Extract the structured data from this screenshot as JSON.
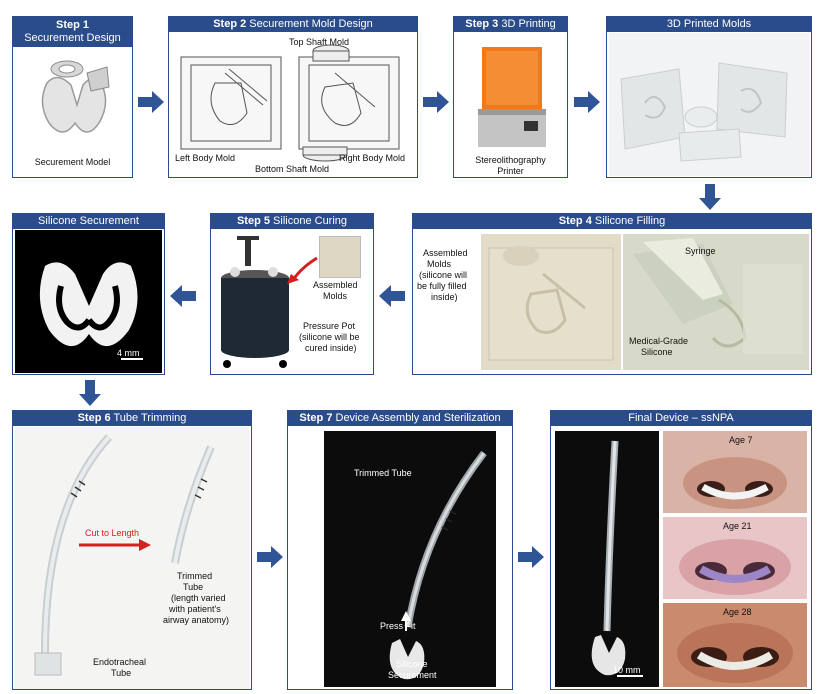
{
  "step1": {
    "title_bold": "Step 1",
    "title": "Securement Design",
    "caption": "Securement Model"
  },
  "step2": {
    "title_bold": "Step 2",
    "title": "Securement Mold Design",
    "labels": {
      "top": "Top Shaft Mold",
      "left": "Left Body Mold",
      "right": "Right Body Mold",
      "bottom": "Bottom Shaft Mold"
    }
  },
  "step3": {
    "title_bold": "Step 3",
    "title": "3D Printing",
    "caption_line1": "Stereolithography",
    "caption_line2": "Printer"
  },
  "printed": {
    "title": "3D Printed Molds"
  },
  "step4": {
    "title_bold": "Step 4",
    "title": "Silicone Filling",
    "assembled": [
      "Assembled",
      "Molds",
      "(silicone will",
      "be fully filled",
      "inside)"
    ],
    "syringe": "Syringe",
    "silicone": [
      "Medical-Grade",
      "Silicone"
    ]
  },
  "step5": {
    "title_bold": "Step 5",
    "title": "Silicone Curing",
    "assembled": [
      "Assembled",
      "Molds"
    ],
    "pot": [
      "Pressure Pot",
      "(silicone will be",
      "cured inside)"
    ]
  },
  "silicone": {
    "title": "Silicone Securement",
    "scale": "4 mm"
  },
  "step6": {
    "title_bold": "Step 6",
    "title": "Tube Trimming",
    "cut": "Cut to Length",
    "trimmed": [
      "Trimmed",
      "Tube",
      "(length varied",
      "with patient's",
      "airway anatomy)"
    ],
    "endo": [
      "Endotracheal",
      "Tube"
    ]
  },
  "step7": {
    "title_bold": "Step 7",
    "title": "Device Assembly and Sterilization",
    "trimmed_tube": "Trimmed Tube",
    "press_fit": "Press Fit",
    "securement": [
      "Silicone",
      "Securement"
    ]
  },
  "final": {
    "title": "Final Device – ssNPA",
    "scale": "10 mm",
    "ages": [
      "Age 7",
      "Age 21",
      "Age 28"
    ]
  },
  "colors": {
    "header": "#2b4c8a",
    "arrow": "#2f5597",
    "red_arrow": "#d4201f"
  }
}
